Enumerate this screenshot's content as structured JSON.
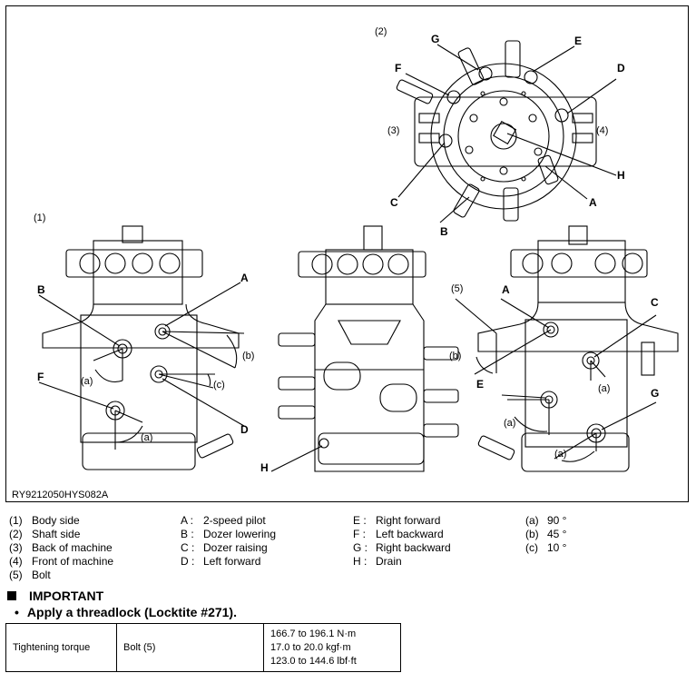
{
  "figure": {
    "code": "RY9212050HYS082A",
    "view_labels": {
      "view1": "(1)",
      "view2": "(2)",
      "side3": "(3)",
      "side4": "(4)",
      "bolt5": "(5)"
    },
    "port_letters": {
      "A": "A",
      "B": "B",
      "C": "C",
      "D": "D",
      "E": "E",
      "F": "F",
      "G": "G",
      "H": "H"
    },
    "angle_labels": {
      "a": "(a)",
      "b": "(b)",
      "c": "(c)"
    }
  },
  "legend": {
    "col1": [
      {
        "key": "(1)",
        "text": "Body side"
      },
      {
        "key": "(2)",
        "text": "Shaft side"
      },
      {
        "key": "(3)",
        "text": "Back of machine"
      },
      {
        "key": "(4)",
        "text": "Front of machine"
      },
      {
        "key": "(5)",
        "text": "Bolt"
      }
    ],
    "col2": [
      {
        "key": "A :",
        "text": "2-speed pilot"
      },
      {
        "key": "B :",
        "text": "Dozer lowering"
      },
      {
        "key": "C :",
        "text": "Dozer raising"
      },
      {
        "key": "D :",
        "text": "Left forward"
      }
    ],
    "col3": [
      {
        "key": "E :",
        "text": "Right forward"
      },
      {
        "key": "F :",
        "text": "Left backward"
      },
      {
        "key": "G :",
        "text": "Right backward"
      },
      {
        "key": "H :",
        "text": "Drain"
      }
    ],
    "col4": [
      {
        "key": "(a)",
        "text": "90 °"
      },
      {
        "key": "(b)",
        "text": "45 °"
      },
      {
        "key": "(c)",
        "text": "10 °"
      }
    ]
  },
  "important": {
    "heading": "IMPORTANT",
    "bullet": "•",
    "text": "Apply a threadlock (Locktite #271)."
  },
  "torque_table": {
    "label": "Tightening torque",
    "item": "Bolt (5)",
    "values": [
      "166.7 to 196.1 N·m",
      "17.0 to 20.0 kgf·m",
      "123.0 to 144.6 lbf·ft"
    ]
  }
}
